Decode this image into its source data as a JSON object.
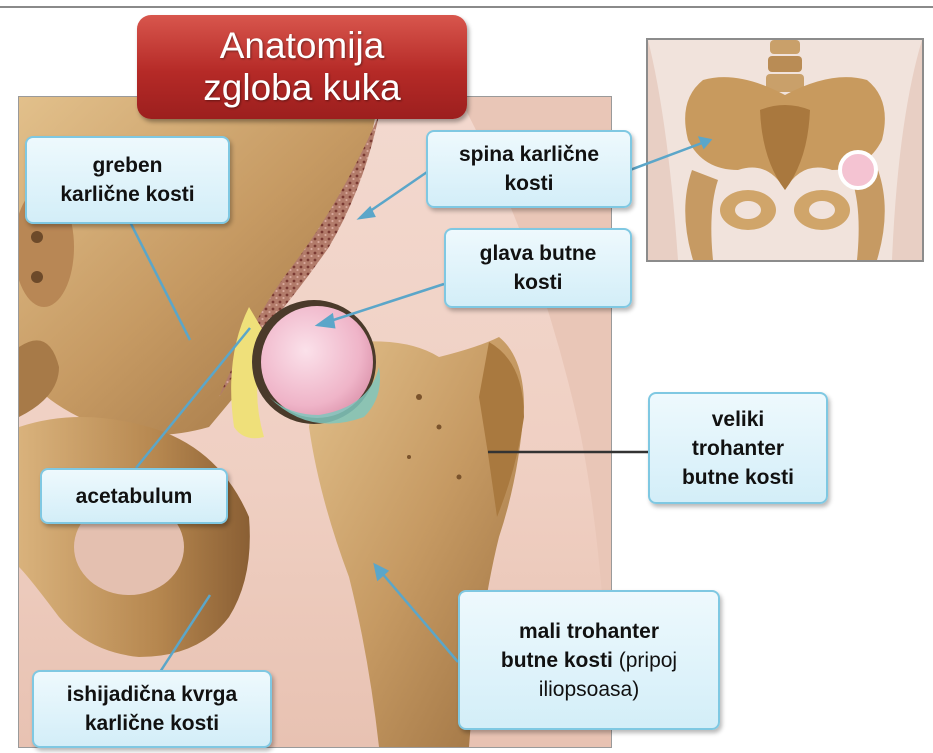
{
  "title": {
    "line1": "Anatomija",
    "line2": "zgloba kuka"
  },
  "labels": {
    "greben": {
      "line1": "greben",
      "line2": "karlične kosti"
    },
    "spina": {
      "line1": "spina karlične",
      "line2": "kosti"
    },
    "glava": {
      "line1": "glava butne",
      "line2": "kosti"
    },
    "veliki": {
      "line1": "veliki",
      "line2": "trohanter",
      "line3": "butne kosti"
    },
    "acetabulum": {
      "line1": "acetabulum"
    },
    "mali": {
      "line1": "mali trohanter",
      "line2a": "butne kosti",
      "line2b": " (pripoj",
      "line3": "iliopsoasa)"
    },
    "ishijadicna": {
      "line1": "ishijadična kvrga",
      "line2": "karlične kosti"
    }
  },
  "colors": {
    "title_red": "#b52a27",
    "label_border": "#7fc8e2",
    "leader_line": "#5ba6c9",
    "bone": "#c69a63",
    "cartilage": "#f0b9cc"
  }
}
